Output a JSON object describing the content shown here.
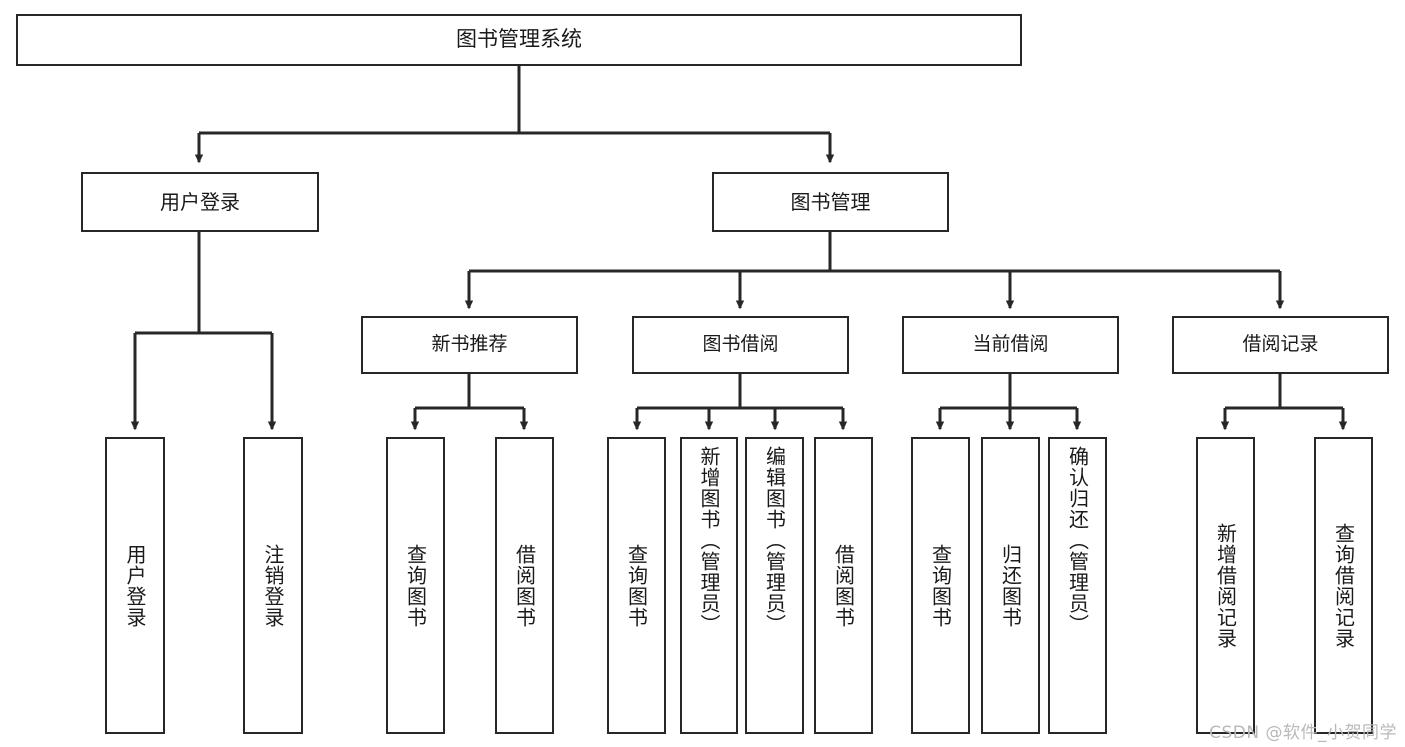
{
  "diagram": {
    "type": "tree-hierarchy",
    "title": "图书管理系统",
    "watermark": "CSDN @软件_小贺同学",
    "colors": {
      "box_border": "#272727",
      "box_fill": "#ffffff",
      "connector": "#272727",
      "text": "#1a1a1a",
      "watermark": "#b9b9b9"
    },
    "root": {
      "label": "图书管理系统"
    },
    "level2": [
      {
        "label": "用户登录"
      },
      {
        "label": "图书管理"
      }
    ],
    "level3": [
      {
        "label": "新书推荐"
      },
      {
        "label": "图书借阅"
      },
      {
        "label": "当前借阅"
      },
      {
        "label": "借阅记录"
      }
    ],
    "leaves": {
      "user_login": [
        {
          "label": "用户登录"
        },
        {
          "label": "注销登录"
        }
      ],
      "new_book_recommend": [
        {
          "label": "查询图书"
        },
        {
          "label": "借阅图书"
        }
      ],
      "book_borrow": [
        {
          "label": "查询图书"
        },
        {
          "label": "新增图书（管理员）"
        },
        {
          "label": "编辑图书（管理员）"
        },
        {
          "label": "借阅图书"
        }
      ],
      "current_borrow": [
        {
          "label": "查询图书"
        },
        {
          "label": "归还图书"
        },
        {
          "label": "确认归还（管理员）"
        }
      ],
      "borrow_record": [
        {
          "label": "新增借阅记录"
        },
        {
          "label": "查询借阅记录"
        }
      ]
    }
  }
}
